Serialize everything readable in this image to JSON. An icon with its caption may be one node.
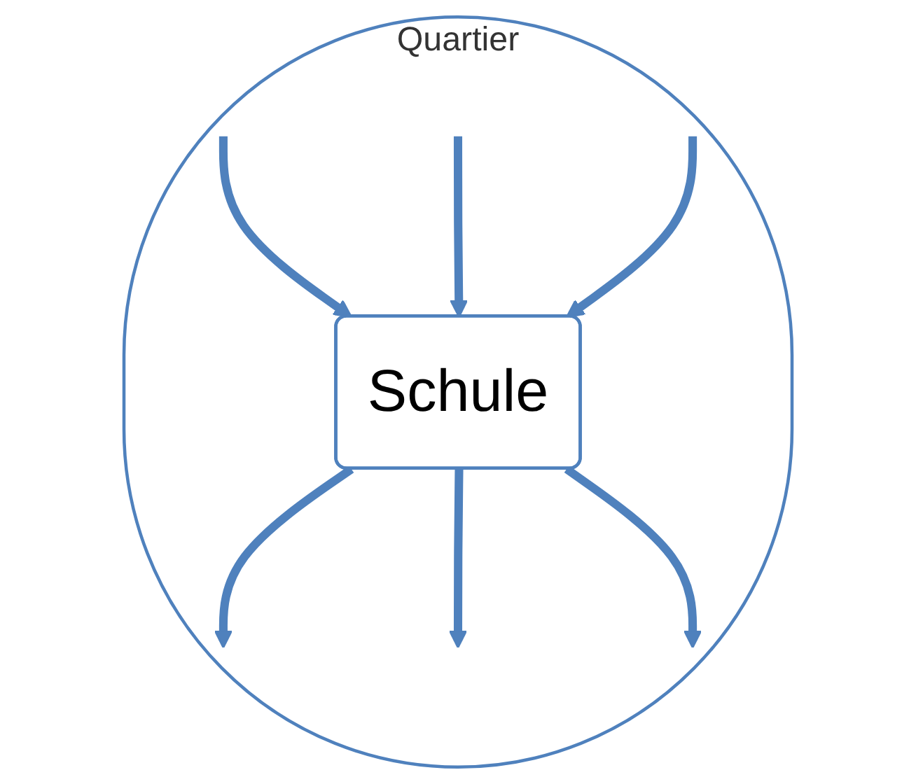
{
  "diagram": {
    "nodes": [
      {
        "text": [
          "Quartier"
        ]
      },
      {
        "text": [
          "Schule"
        ],
        "in": 0
      }
    ],
    "edges": [
      {
        "from": 1,
        "to": null,
        "arrow": "to"
      },
      {
        "from": null,
        "to": 1,
        "arrow": "to"
      },
      {
        "from": null,
        "to": 1,
        "arrow": "to"
      },
      {
        "from": 1,
        "to": null,
        "arrow": "to"
      },
      {
        "from": 1,
        "to": null,
        "arrow": "to"
      },
      {
        "from": null,
        "to": 1,
        "arrow": "to"
      }
    ]
  }
}
